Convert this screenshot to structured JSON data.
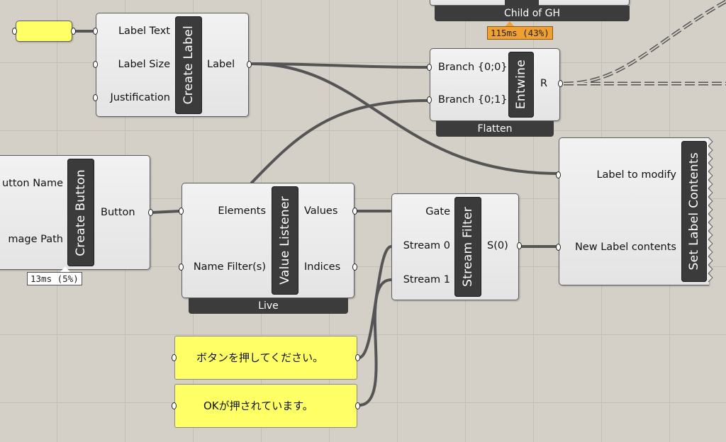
{
  "components": {
    "create_label": {
      "title": "Create Label",
      "inputs": [
        "Label Text",
        "Label Size",
        "Justification"
      ],
      "output": "Label"
    },
    "entwine": {
      "title": "Entwine",
      "inputs": [
        "Branch {0;0}",
        "Branch {0;1}"
      ],
      "output": "R",
      "tag": "Flatten"
    },
    "child_of_gh": {
      "tag": "Child of GH",
      "timing": "115ms (43%)"
    },
    "set_label_contents": {
      "title": "Set Label Contents",
      "inputs": [
        "Label to modify",
        "New Label contents"
      ]
    },
    "create_button": {
      "title": "Create Button",
      "inputs": [
        "utton Name",
        "mage Path"
      ],
      "output": "Button",
      "timing": "13ms (5%)"
    },
    "value_listener": {
      "title": "Value Listener",
      "inputs": [
        "Elements",
        "Name Filter(s)"
      ],
      "outputs": [
        "Values",
        "Indices"
      ],
      "tag": "Live"
    },
    "stream_filter": {
      "title": "Stream Filter",
      "inputs": [
        "Gate",
        "Stream 0",
        "Stream 1"
      ],
      "output": "S(0)"
    }
  },
  "panels": {
    "panel1": "ボタンを押してください。",
    "panel2": "OKが押されています。"
  },
  "colors": {
    "canvas": "#d4d0c8",
    "panel_yellow": "#ffff66",
    "timing_warn": "#f0a030",
    "component_title_bg": "#3b3b3b"
  }
}
